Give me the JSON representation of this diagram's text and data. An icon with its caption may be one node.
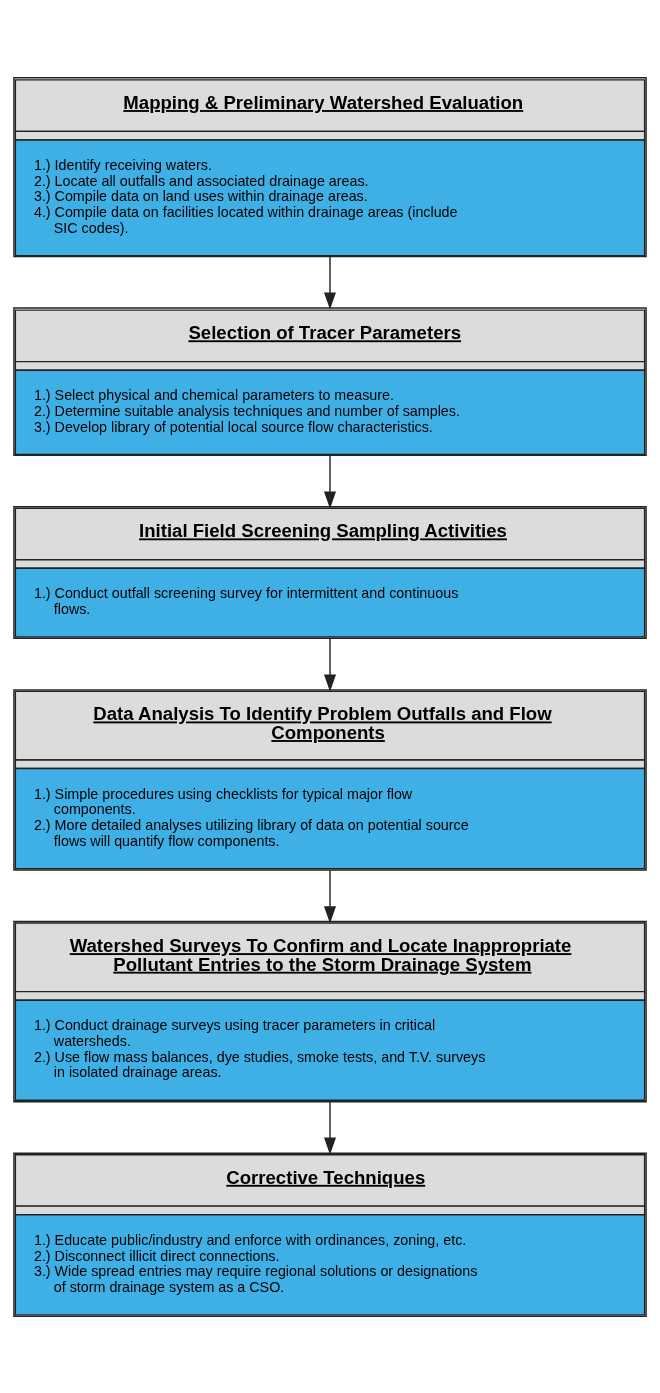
{
  "diagram": {
    "nodes": [
      {
        "text": [
          "Mapping & Preliminary Watershed Evaluation",
          "1.) Identify receiving waters.",
          "2.) Locate all outfalls and associated drainage areas.",
          "3.) Compile data on land uses within drainage areas.",
          "4.) Compile data on facilities located within drainage areas (include SIC codes)."
        ]
      },
      {
        "text": [
          "Selection of Tracer Parameters",
          "1.) Select physical and chemical parameters to measure.",
          "2.) Determine suitable analysis techniques and number of samples.",
          "3.) Develop library of potential local source flow characteristics."
        ]
      },
      {
        "text": [
          "Initial Field Screening Sampling Activities",
          "1.) Conduct outfall screening survey for intermittent and continuous flows."
        ]
      },
      {
        "text": [
          "Data Analysis To Identify Problem Outfalls and Flow Components",
          "1.) Simple procedures using checklists for typical major flow components.",
          "2.) More detailed analyses utilizing library of data on potential source flows will quantify flow components."
        ]
      },
      {
        "text": [
          "Watershed Surveys To Confirm and Locate Inappropriate Pollutant Entries to the Storm Drainage System",
          "1.) Conduct drainage surveys using tracer parameters in critical watersheds.",
          "2.) Use flow mass balances, dye studies, smoke tests, and T.V. surveys in isolated drainage areas."
        ]
      },
      {
        "text": [
          "Corrective Techniques",
          "1.) Educate public/industry and enforce with ordinances, zoning, etc.",
          "2.) Disconnect illicit direct connections.",
          "3.) Wide spread entries may require regional solutions or designations of storm drainage system as a CSO."
        ]
      }
    ],
    "edges": [
      {
        "from": 0,
        "to": 1,
        "arrow": "to"
      },
      {
        "from": 1,
        "to": 2,
        "arrow": "to"
      },
      {
        "from": 2,
        "to": 3,
        "arrow": "to"
      },
      {
        "from": 3,
        "to": 4,
        "arrow": "to"
      },
      {
        "from": 4,
        "to": 5,
        "arrow": "to"
      }
    ]
  }
}
